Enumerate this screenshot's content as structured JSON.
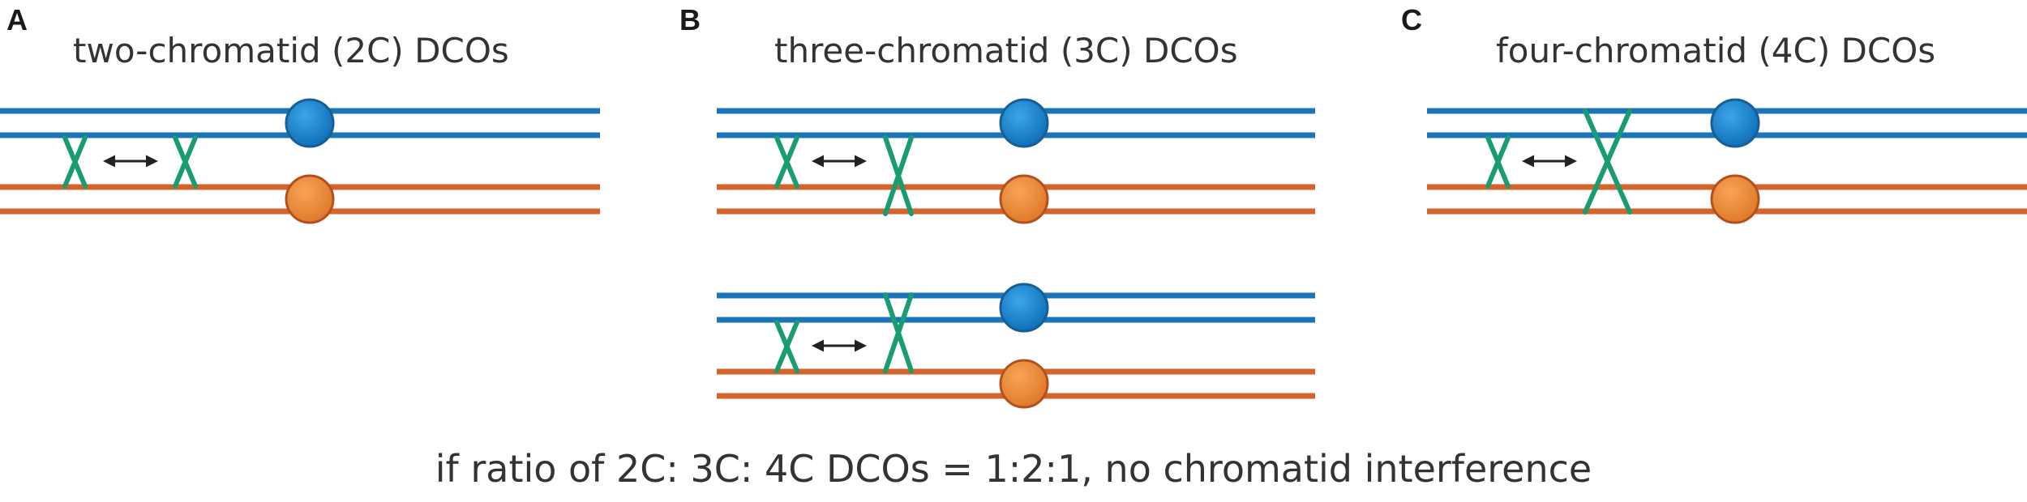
{
  "panels": {
    "a": {
      "letter": "A",
      "title": "two-chromatid (2C) DCOs"
    },
    "b": {
      "letter": "B",
      "title": "three-chromatid (3C) DCOs"
    },
    "c": {
      "letter": "C",
      "title": "four-chromatid (4C) DCOs"
    }
  },
  "caption": "if ratio of 2C: 3C: 4C DCOs = 1:2:1, no chromatid interference",
  "colors": {
    "blue_chromatid": "#1a75b8",
    "orange_chromatid": "#d6622c",
    "crossover": "#1a9c72",
    "arrow": "#222222",
    "blue_centromere": "#1a86d0",
    "orange_centromere": "#f08f3b"
  }
}
